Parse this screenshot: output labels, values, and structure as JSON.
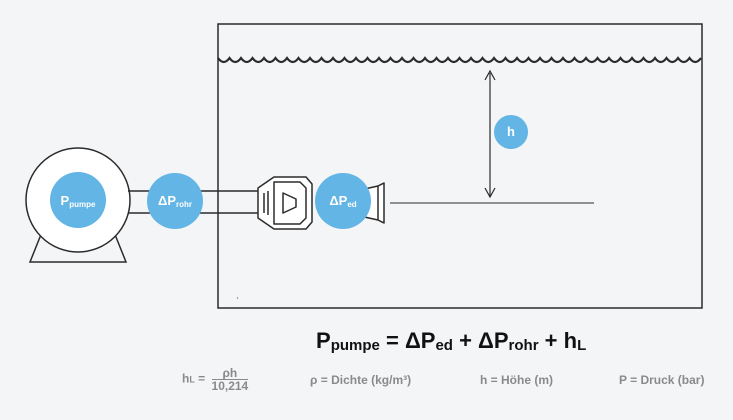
{
  "circles": {
    "pump": {
      "main": "P",
      "sub": "pumpe"
    },
    "pipe": {
      "main": "ΔP",
      "sub": "rohr"
    },
    "eductor": {
      "main": "ΔP",
      "sub": "ed"
    },
    "height": {
      "main": "h"
    }
  },
  "formula": {
    "lhs_main": "P",
    "lhs_sub": "pumpe",
    "eq": " = ",
    "t1_main": "ΔP",
    "t1_sub": "ed",
    "plus1": " + ",
    "t2_main": "ΔP",
    "t2_sub": "rohr",
    "plus2": " + ",
    "t3_main": "h",
    "t3_sub": "L"
  },
  "legend": {
    "hl_main": "h",
    "hl_sub": "L",
    "hl_eq": " = ",
    "hl_num": "ρh",
    "hl_den": "10,214",
    "rho": "ρ = Dichte (kg/m³)",
    "h": "h = Höhe (m)",
    "p": "P = Druck (bar)"
  },
  "colors": {
    "circle": "#62b5e5",
    "line": "#2b2b2b",
    "background": "#f4f5f7"
  }
}
